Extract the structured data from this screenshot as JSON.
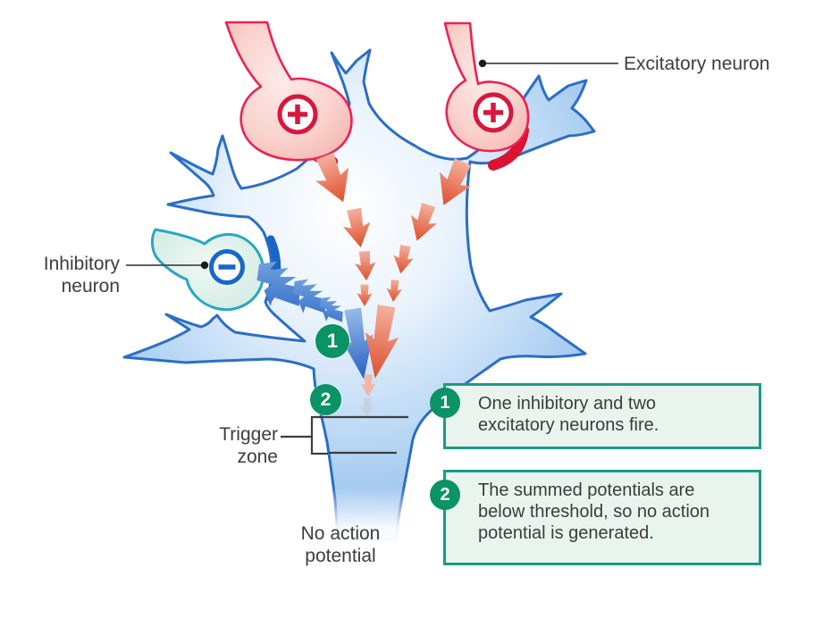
{
  "labels": {
    "excitatory_neuron": "Excitatory neuron",
    "inhibitory_neuron": "Inhibitory\nneuron",
    "trigger_zone": "Trigger\nzone",
    "no_action_potential": "No action\npotential"
  },
  "markers": [
    {
      "num": "1"
    },
    {
      "num": "2"
    }
  ],
  "callouts": [
    {
      "num": "1",
      "text": "One inhibitory and two\nexcitatory neurons fire."
    },
    {
      "num": "2",
      "text": "The summed potentials are\nbelow threshold, so no action\npotential is generated."
    }
  ],
  "colors": {
    "excitatory_outline": "#ee2152",
    "excitatory_fill": "#f9c9c3",
    "synapse_red": "#dc1230",
    "inhibitory_outline": "#2aa7c3",
    "inhibitory_symbol": "#1568c8",
    "neuron_outline": "#2b6ec5",
    "neuron_fill": "#9cc8f0",
    "epsp_arrow": "#dd4f2e",
    "ipsp_arrow": "#2f6cc8",
    "marker_green": "#0a9364",
    "callout_border": "#1a9c82",
    "callout_bg": "#e9f4ef",
    "label_text": "#3d3d3d"
  }
}
